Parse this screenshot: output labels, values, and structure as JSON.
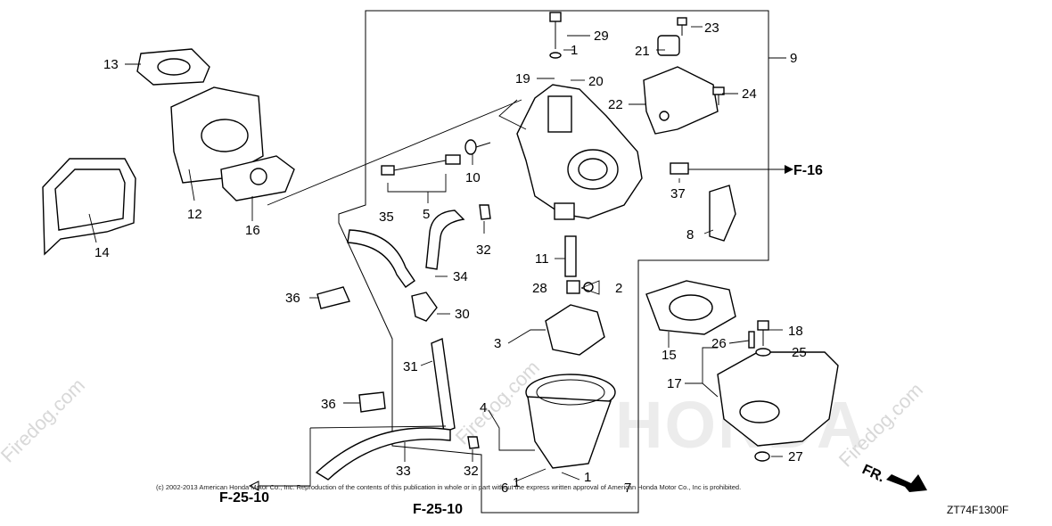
{
  "watermark": "Firedog.com",
  "brand_watermark": "HONDA",
  "copyright": "(c) 2002-2013 American Honda Motor Co., Inc. Reproduction of the contents of this publication in whole or in part without the express written approval of American Honda Motor Co., Inc is prohibited.",
  "diagram_code": "ZT74F1300F",
  "front_label": "FR.",
  "refs": {
    "f16": "F-16",
    "f2510_left": "F-25-10",
    "f2510_bottom": "F-25-10"
  },
  "callouts": {
    "c1a": "1",
    "c29": "29",
    "c23": "23",
    "c21": "21",
    "c9": "9",
    "c13": "13",
    "c19": "19",
    "c20": "20",
    "c22": "22",
    "c24": "24",
    "c10": "10",
    "c12": "12",
    "c16": "16",
    "c5": "5",
    "c35": "35",
    "c14": "14",
    "c32a": "32",
    "c37": "37",
    "c8": "8",
    "c11": "11",
    "c34": "34",
    "c28": "28",
    "c2": "2",
    "c36a": "36",
    "c30": "30",
    "c15": "15",
    "c18": "18",
    "c3": "3",
    "c26": "26",
    "c25": "25",
    "c31": "31",
    "c17": "17",
    "c36b": "36",
    "c4": "4",
    "c33": "33",
    "c32b": "32",
    "c1b": "1",
    "c1c": "1",
    "c27": "27",
    "c6": "6",
    "c7": "7"
  }
}
